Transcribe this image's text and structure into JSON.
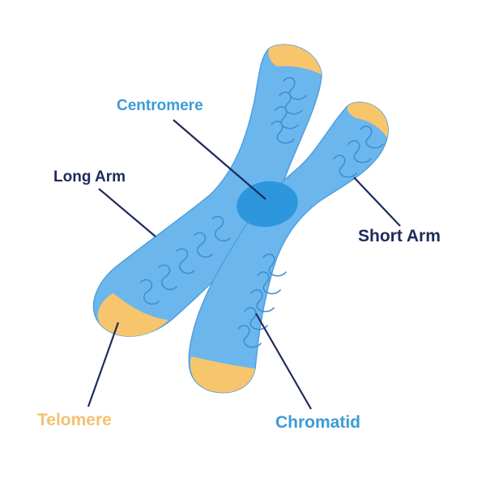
{
  "diagram": {
    "labels": {
      "centromere": "Centromere",
      "long_arm": "Long Arm",
      "short_arm": "Short Arm",
      "telomere": "Telomere",
      "chromatid": "Chromatid"
    }
  },
  "colors": {
    "chromatid_fill": "#6cb6ee",
    "chromatid_stroke": "#4f9fdc",
    "coil": "#3e8fd2",
    "centromere_fill": "#2d97de",
    "telomere_fill": "#f7c56c",
    "label_dark": "#1f2a5c",
    "label_blue": "#3b9bd8",
    "label_gold": "#f3c170",
    "pointer_line": "#1f2a5c"
  }
}
